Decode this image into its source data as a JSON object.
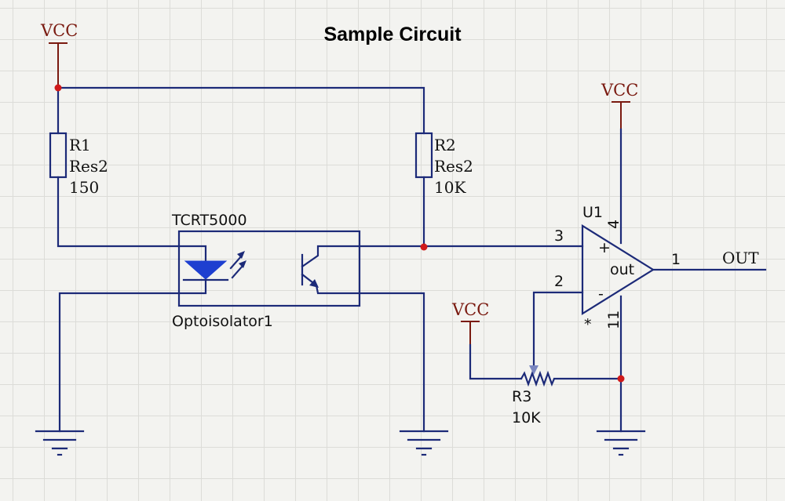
{
  "title": "Sample Circuit",
  "power_label": "VCC",
  "r1": {
    "designator": "R1",
    "type": "Res2",
    "value": "150"
  },
  "r2": {
    "designator": "R2",
    "type": "Res2",
    "value": "10K"
  },
  "r3": {
    "designator": "R3",
    "value": "10K"
  },
  "optoisolator": {
    "part": "TCRT5000",
    "designator": "Optoisolator1"
  },
  "opamp": {
    "designator": "U1",
    "plus": "+",
    "minus": "-",
    "out_text": "out",
    "pin_plus": "3",
    "pin_minus": "2",
    "pin_out": "1",
    "pin_vcc": "4",
    "pin_gnd": "11",
    "mark": "*"
  },
  "output_label": "OUT",
  "colors": {
    "wire": "#1c2a78",
    "power": "#7a1a10",
    "junction": "#d01a1a",
    "led_fill": "#1e3fd0"
  }
}
